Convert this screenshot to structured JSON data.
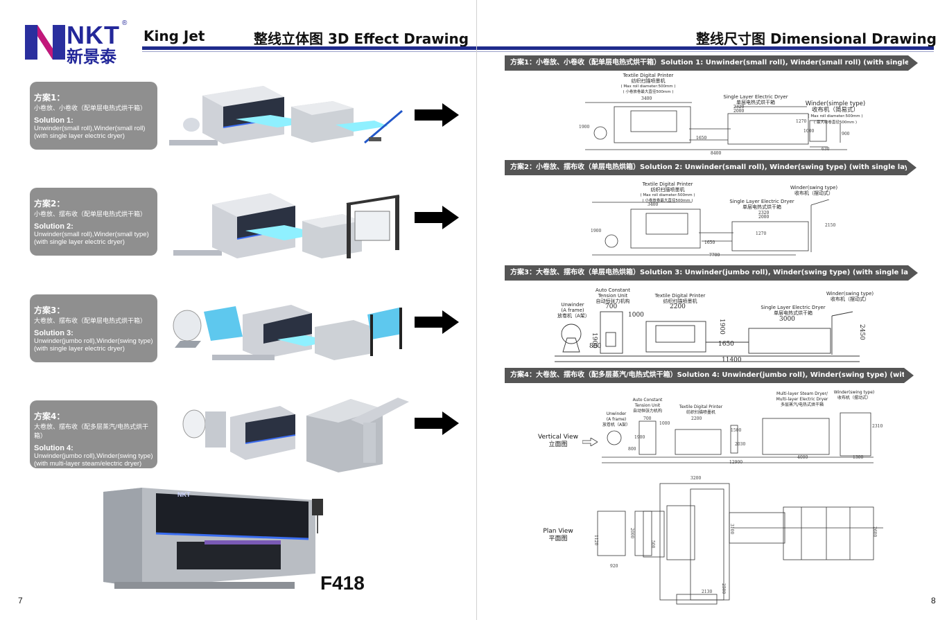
{
  "header": {
    "logo_nkt": "NKT",
    "logo_cn": "新景泰",
    "logo_reg": "®",
    "brand": "King Jet",
    "left_title": "整线立体图 3D Effect Drawing",
    "right_title": "整线尺寸图 Dimensional Drawing"
  },
  "left_cards": [
    {
      "cn_title": "方案1：",
      "cn_desc": "小卷放、小卷收（配单层电热式烘干箱）",
      "en_title": "Solution 1:",
      "en_desc1": "Unwinder(small roll),Winder(small roll)",
      "en_desc2": "(with single layer electric dryer)"
    },
    {
      "cn_title": "方案2：",
      "cn_desc": "小卷放、摆布收（配单层电热式烘干箱）",
      "en_title": "Solution 2:",
      "en_desc1": "Unwinder(small roll),Winder(small type)",
      "en_desc2": "(with single layer electric dryer)"
    },
    {
      "cn_title": "方案3：",
      "cn_desc": "大卷放、摆布收（配单层电热式烘干箱）",
      "en_title": "Solution 3:",
      "en_desc1": "Unwinder(jumbo roll),Winder(swing type)",
      "en_desc2": "(with single layer electric dryer)"
    },
    {
      "cn_title": "方案4：",
      "cn_desc": "大卷放、摆布收（配多层蒸汽/电热式烘干箱）",
      "en_title": "Solution 4:",
      "en_desc1": "Unwinder(jumbo roll),Winder(swing type)",
      "en_desc2": "(with multi-layer steam/electric dryer)"
    }
  ],
  "product": {
    "model": "F418",
    "printer_logo": "NKT"
  },
  "pages": {
    "left": "7",
    "right": "8"
  },
  "banners": [
    "方案1：小卷放、小卷收（配单层电热式烘干箱）Solution 1: Unwinder(small roll), Winder(small roll) (with single layer electric dryer)",
    "方案2：小卷放、摆布收（单层电热烘箱）Solution 2: Unwinder(small roll), Winder(swing type) (with single layer electric dryer)",
    "方案3：大卷放、摆布收（单层电热烘箱）Solution 3: Unwinder(jumbo roll), Winder(swing type) (with single layer electric dryer)",
    "方案4：大卷放、摆布收（配多层蒸汽/电热式烘干箱）Solution 4: Unwinder(jumbo roll), Winder(swing type) (with multi-layer steam/electric dryer)"
  ],
  "s1": {
    "printer_label": [
      "Textile Digital Printer",
      "纺织扫描喷墨机"
    ],
    "printer_note": [
      "( Max roll diameter:500mm )",
      "( 小卷放卷最大直径500mm )"
    ],
    "dryer_label": [
      "Single Layer Electric Dryer",
      "单层电热式烘干箱"
    ],
    "winder_label": [
      "Winder(simple type)",
      "收布机（简易式）"
    ],
    "winder_note": [
      "( Max roll diameter:500mm )",
      "( 最大收卷直径500mm )"
    ],
    "dims": {
      "d3400": "3400",
      "d2320": "2320",
      "d2000": "2000",
      "d1650": "1650",
      "d8400": "8400",
      "d1900": "1900",
      "d1000": "1000",
      "d630": "630",
      "d1270": "1270",
      "d900": "900"
    }
  },
  "s2": {
    "printer_label": [
      "Textile Digital Printer",
      "纺织扫描喷墨机"
    ],
    "printer_note": [
      "( Max roll diameter:500mm )",
      "( 小卷放卷最大直径500mm )"
    ],
    "dryer_label": [
      "Single Layer Electric Dryer",
      "单层电热式烘干箱"
    ],
    "winder_label": [
      "Winder(swing type)",
      "收布机（摆动式）"
    ],
    "dims": {
      "d3400": "3400",
      "d2320": "2320",
      "d2000": "2000",
      "d1650": "1650",
      "d7700": "7700",
      "d1900": "1900",
      "d2150": "2150",
      "d1270": "1270"
    }
  },
  "s3": {
    "unwinder_label": [
      "Unwinder",
      "(A frame)",
      "放卷机（A架）"
    ],
    "tension_label": [
      "Auto Constant",
      "Tension Unit",
      "自动恒张力机构"
    ],
    "printer_label": [
      "Textile Digital Printer",
      "纺织扫描喷墨机"
    ],
    "dryer_label": [
      "Single Layer Electric Dryer",
      "单层电热式烘干箱"
    ],
    "winder_label": [
      "Winder(swing type)",
      "收布机（摆动式）"
    ],
    "dims": {
      "d700": "700",
      "d1000": "1000",
      "d2200": "2200",
      "d3000": "3000",
      "d1900a": "1900",
      "d1900b": "1900",
      "d800": "800",
      "d1650": "1650",
      "d11400": "11400",
      "d2450": "2450"
    }
  },
  "s4": {
    "vertical_view": [
      "Vertical View",
      "立面图"
    ],
    "plan_view": [
      "Plan View",
      "平面图"
    ],
    "unwinder_label": [
      "Unwinder",
      "(A frame)",
      "放卷机（A架）"
    ],
    "tension_label": [
      "Auto Constant",
      "Tension Unit",
      "自动恒张力机构"
    ],
    "printer_label": [
      "Textile Digital Printer",
      "纺织扫描喷墨机"
    ],
    "dryer_label": [
      "Multi-layer Steam Dryer/",
      "Multi-layer Electric Dryer",
      "多层蒸汽/电热式烘干箱"
    ],
    "winder_label": [
      "Winder(swing type)",
      "收布机（摆动式）"
    ],
    "dims": {
      "d700": "700",
      "d1000": "1000",
      "d2200": "2200",
      "d1900": "1900",
      "d800": "800",
      "d2030": "2030",
      "d12900": "12900",
      "d4000": "4000",
      "d1300": "1300",
      "d2310": "2310",
      "d1500": "1500",
      "d3200": "3200",
      "d1120": "1120",
      "d2000": "2000",
      "d920": "920",
      "d3100": "3100",
      "d2130": "2130",
      "d2500": "2500",
      "d2600": "2600",
      "d500": "500"
    }
  }
}
